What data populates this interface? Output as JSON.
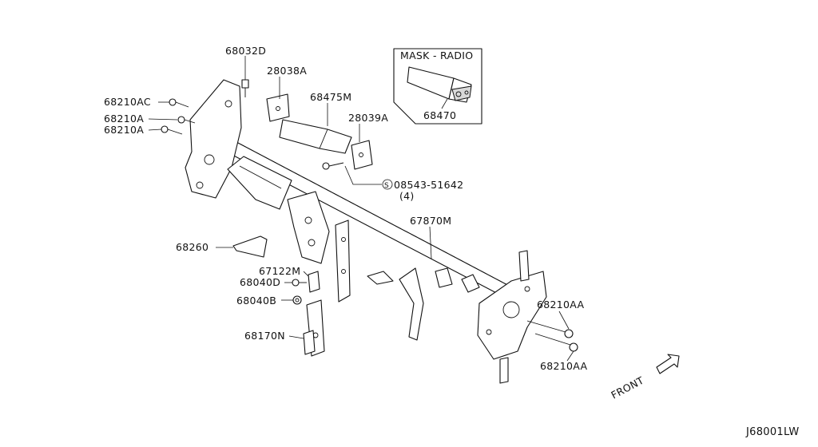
{
  "callouts": [
    {
      "id": "68032D",
      "text": "68032D"
    },
    {
      "id": "28038A",
      "text": "28038A"
    },
    {
      "id": "68475M",
      "text": "68475M"
    },
    {
      "id": "68210AC",
      "text": "68210AC"
    },
    {
      "id": "68210A_1",
      "text": "68210A"
    },
    {
      "id": "68210A_2",
      "text": "68210A"
    },
    {
      "id": "28039A",
      "text": "28039A"
    },
    {
      "id": "08543",
      "text": "08543-51642"
    },
    {
      "id": "qty4",
      "text": "(4)"
    },
    {
      "id": "67870M",
      "text": "67870M"
    },
    {
      "id": "68260",
      "text": "68260"
    },
    {
      "id": "67122M",
      "text": "67122M"
    },
    {
      "id": "68040D",
      "text": "68040D"
    },
    {
      "id": "68040B",
      "text": "68040B"
    },
    {
      "id": "68170N",
      "text": "68170N"
    },
    {
      "id": "68210AA_1",
      "text": "68210AA"
    },
    {
      "id": "68210AA_2",
      "text": "68210AA"
    }
  ],
  "inset": {
    "title": "MASK - RADIO",
    "part": "68470"
  },
  "screw_symbol": "S",
  "front_label": "FRONT",
  "diagram_code": "J68001LW"
}
